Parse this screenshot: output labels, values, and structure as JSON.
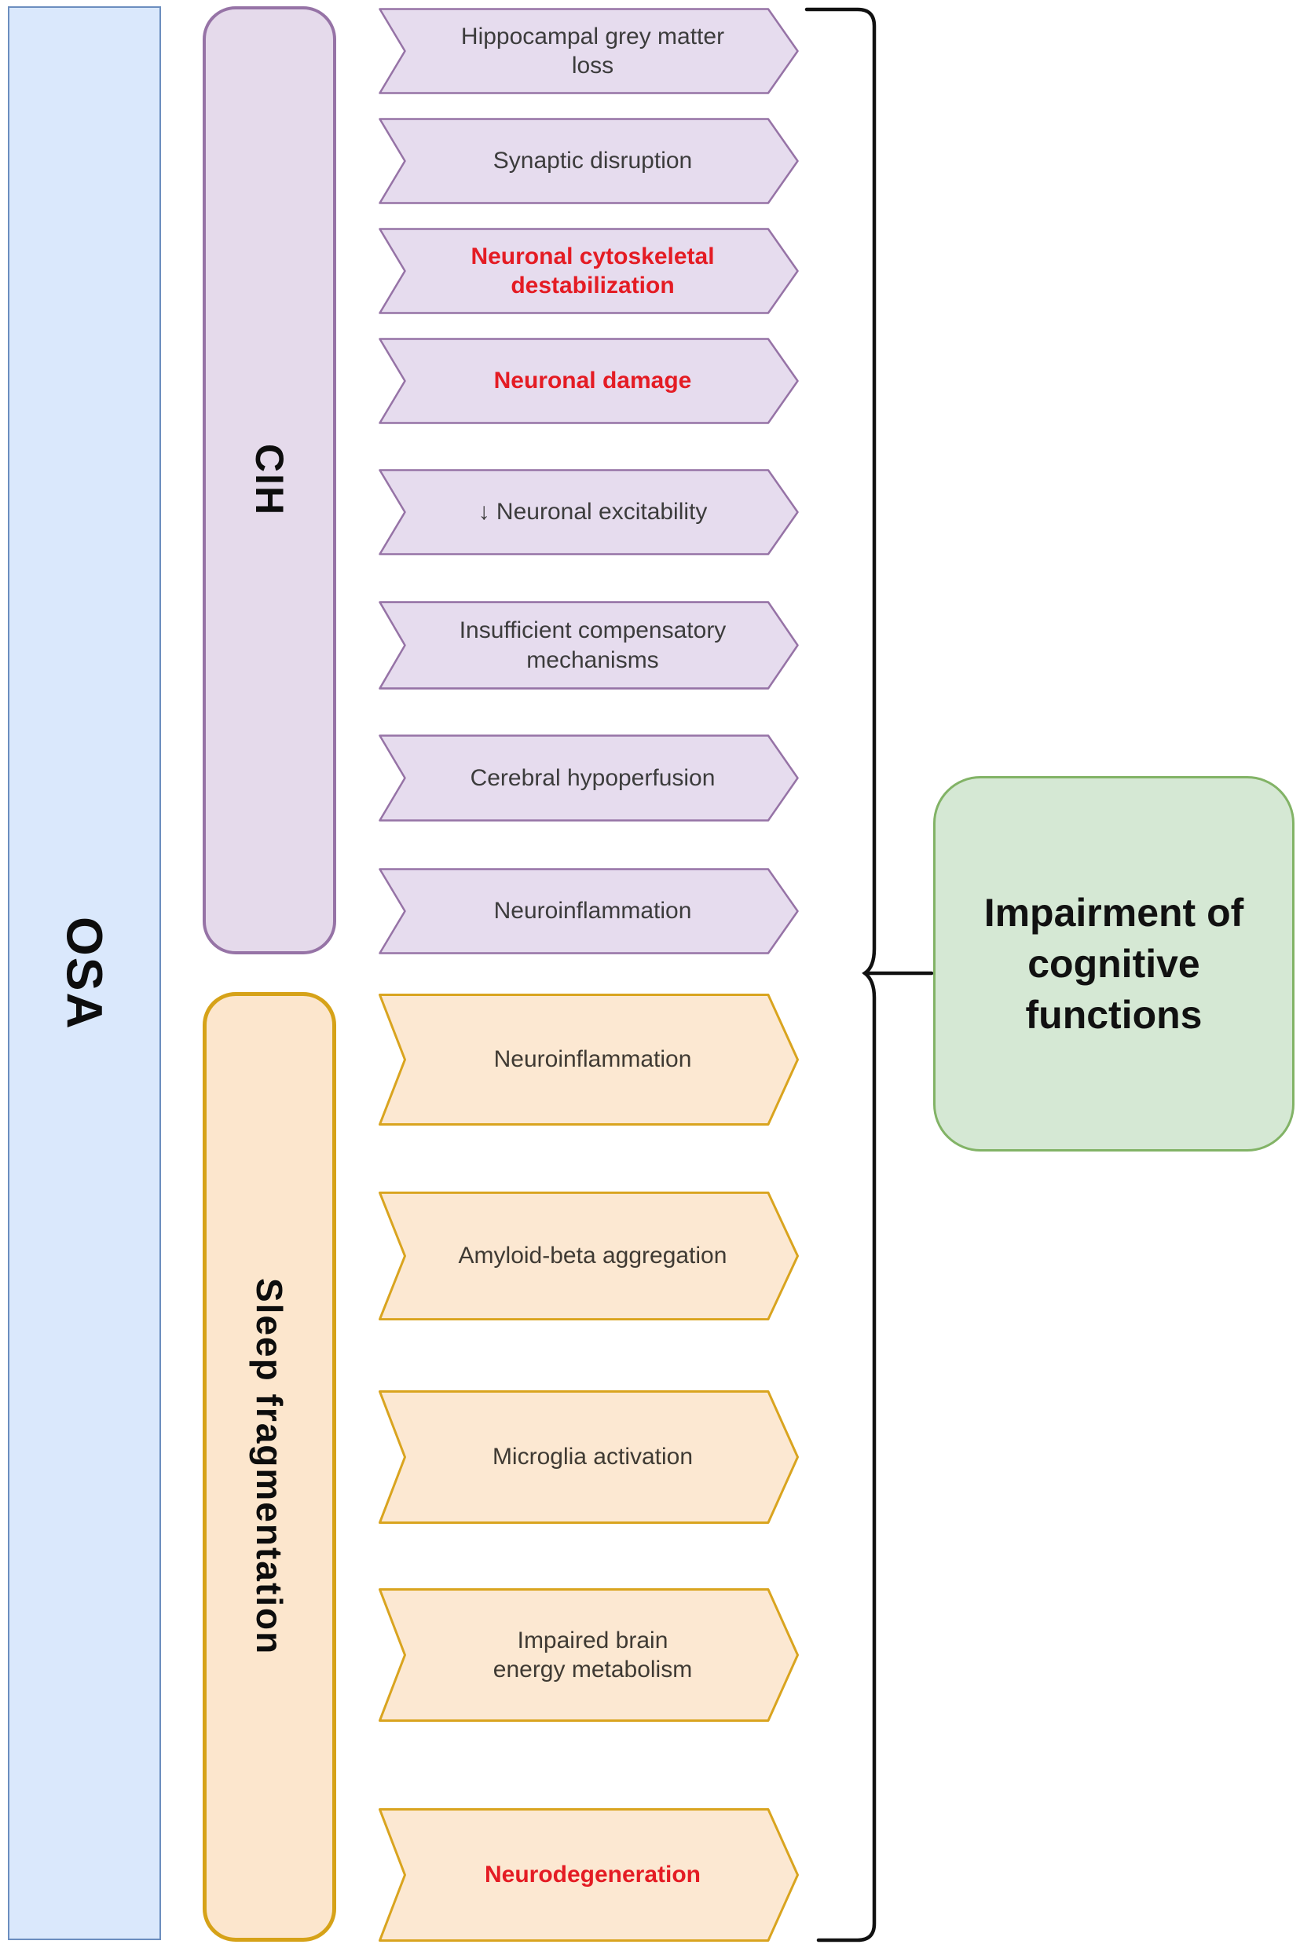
{
  "osa": {
    "label": "OSA"
  },
  "cih": {
    "label": "CIH",
    "arrows": [
      {
        "label": "Hippocampal grey matter loss",
        "emphasis": "normal"
      },
      {
        "label": "Synaptic disruption",
        "emphasis": "normal"
      },
      {
        "label": "Neuronal cytoskeletal\ndestabilization",
        "emphasis": "red"
      },
      {
        "label": "Neuronal damage",
        "emphasis": "red"
      },
      {
        "label": "↓ Neuronal excitability",
        "emphasis": "normal"
      },
      {
        "label": "Insufficient compensatory\nmechanisms",
        "emphasis": "normal"
      },
      {
        "label": "Cerebral hypoperfusion",
        "emphasis": "normal"
      },
      {
        "label": "Neuroinflammation",
        "emphasis": "normal"
      }
    ]
  },
  "sleep_fragmentation": {
    "label": "Sleep fragmentation",
    "arrows": [
      {
        "label": "Neuroinflammation",
        "emphasis": "normal"
      },
      {
        "label": "Amyloid-beta aggregation",
        "emphasis": "normal"
      },
      {
        "label": "Microglia activation",
        "emphasis": "normal"
      },
      {
        "label": "Impaired brain\nenergy metabolism",
        "emphasis": "normal"
      },
      {
        "label": "Neurodegeneration",
        "emphasis": "red"
      }
    ]
  },
  "outcome": {
    "label": "Impairment of\ncognitive\nfunctions"
  },
  "colors": {
    "osa_fill": "#dae8fc",
    "osa_border": "#6c8ebf",
    "cih_fill": "#e5daeb",
    "cih_border": "#9673a6",
    "cih_arrow_fill": "#e6dcee",
    "sleep_fill": "#fce6cd",
    "sleep_border": "#d6a218",
    "sleep_arrow_fill": "#fce8d2",
    "outcome_fill": "#d5e8d4",
    "outcome_border": "#82b366",
    "emphasis_red": "#e41c24",
    "brace": "#111111"
  }
}
